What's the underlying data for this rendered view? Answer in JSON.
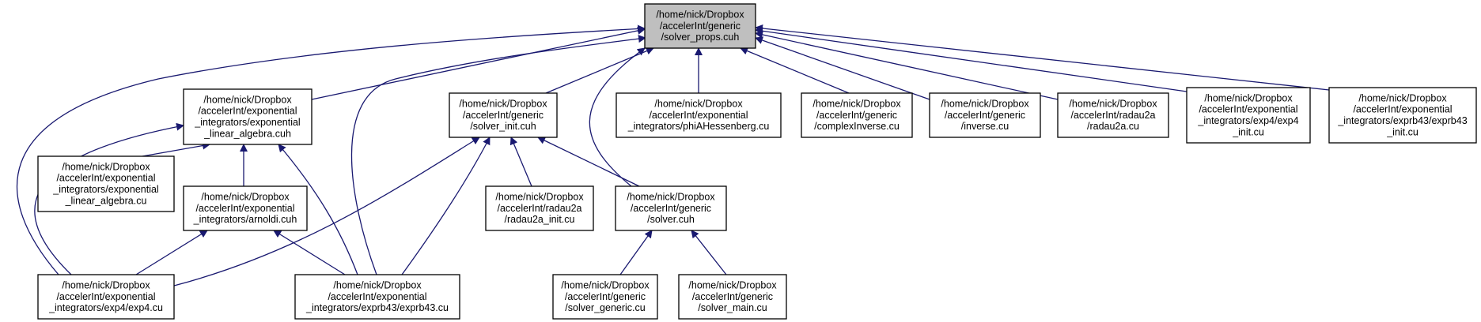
{
  "graph": {
    "edge_color": "#191970",
    "root_fill": "#bfbfbf",
    "node_fill": "#ffffff",
    "nodes": [
      {
        "id": "root",
        "lines": [
          "/home/nick/Dropbox",
          "/accelerInt/generic",
          "/solver_props.cuh"
        ],
        "highlight": true
      },
      {
        "id": "linalg_cuh",
        "lines": [
          "/home/nick/Dropbox",
          "/accelerInt/exponential",
          "_integrators/exponential",
          "_linear_algebra.cuh"
        ]
      },
      {
        "id": "solver_init_cuh",
        "lines": [
          "/home/nick/Dropbox",
          "/accelerInt/generic",
          "/solver_init.cuh"
        ]
      },
      {
        "id": "phiA",
        "lines": [
          "/home/nick/Dropbox",
          "/accelerInt/exponential",
          "_integrators/phiAHessenberg.cu"
        ]
      },
      {
        "id": "complexInverse",
        "lines": [
          "/home/nick/Dropbox",
          "/accelerInt/generic",
          "/complexInverse.cu"
        ]
      },
      {
        "id": "inverse",
        "lines": [
          "/home/nick/Dropbox",
          "/accelerInt/generic",
          "/inverse.cu"
        ]
      },
      {
        "id": "radau2a_cu",
        "lines": [
          "/home/nick/Dropbox",
          "/accelerInt/radau2a",
          "/radau2a.cu"
        ]
      },
      {
        "id": "exp4_init",
        "lines": [
          "/home/nick/Dropbox",
          "/accelerInt/exponential",
          "_integrators/exp4/exp4",
          "_init.cu"
        ]
      },
      {
        "id": "exprb43_init",
        "lines": [
          "/home/nick/Dropbox",
          "/accelerInt/exponential",
          "_integrators/exprb43/exprb43",
          "_init.cu"
        ]
      },
      {
        "id": "linalg_cu",
        "lines": [
          "/home/nick/Dropbox",
          "/accelerInt/exponential",
          "_integrators/exponential",
          "_linear_algebra.cu"
        ]
      },
      {
        "id": "arnoldi",
        "lines": [
          "/home/nick/Dropbox",
          "/accelerInt/exponential",
          "_integrators/arnoldi.cuh"
        ]
      },
      {
        "id": "radau2a_init",
        "lines": [
          "/home/nick/Dropbox",
          "/accelerInt/radau2a",
          "/radau2a_init.cu"
        ]
      },
      {
        "id": "solver_cuh",
        "lines": [
          "/home/nick/Dropbox",
          "/accelerInt/generic",
          "/solver.cuh"
        ]
      },
      {
        "id": "exp4_cu",
        "lines": [
          "/home/nick/Dropbox",
          "/accelerInt/exponential",
          "_integrators/exp4/exp4.cu"
        ]
      },
      {
        "id": "exprb43_cu",
        "lines": [
          "/home/nick/Dropbox",
          "/accelerInt/exponential",
          "_integrators/exprb43/exprb43.cu"
        ]
      },
      {
        "id": "solver_generic",
        "lines": [
          "/home/nick/Dropbox",
          "/accelerInt/generic",
          "/solver_generic.cu"
        ]
      },
      {
        "id": "solver_main",
        "lines": [
          "/home/nick/Dropbox",
          "/accelerInt/generic",
          "/solver_main.cu"
        ]
      }
    ],
    "edges": [
      {
        "from": "linalg_cuh",
        "to": "root"
      },
      {
        "from": "solver_init_cuh",
        "to": "root"
      },
      {
        "from": "phiA",
        "to": "root"
      },
      {
        "from": "complexInverse",
        "to": "root"
      },
      {
        "from": "inverse",
        "to": "root"
      },
      {
        "from": "radau2a_cu",
        "to": "root"
      },
      {
        "from": "exp4_init",
        "to": "root"
      },
      {
        "from": "exprb43_init",
        "to": "root"
      },
      {
        "from": "solver_cuh",
        "to": "root"
      },
      {
        "from": "exp4_cu",
        "to": "root"
      },
      {
        "from": "exprb43_cu",
        "to": "root"
      },
      {
        "from": "linalg_cu",
        "to": "linalg_cuh"
      },
      {
        "from": "arnoldi",
        "to": "linalg_cuh"
      },
      {
        "from": "exp4_cu",
        "to": "linalg_cuh"
      },
      {
        "from": "exprb43_cu",
        "to": "linalg_cuh"
      },
      {
        "from": "radau2a_init",
        "to": "solver_init_cuh"
      },
      {
        "from": "solver_cuh",
        "to": "solver_init_cuh"
      },
      {
        "from": "exp4_cu",
        "to": "solver_init_cuh"
      },
      {
        "from": "exprb43_cu",
        "to": "solver_init_cuh"
      },
      {
        "from": "exp4_cu",
        "to": "arnoldi"
      },
      {
        "from": "exprb43_cu",
        "to": "arnoldi"
      },
      {
        "from": "solver_generic",
        "to": "solver_cuh"
      },
      {
        "from": "solver_main",
        "to": "solver_cuh"
      }
    ]
  }
}
